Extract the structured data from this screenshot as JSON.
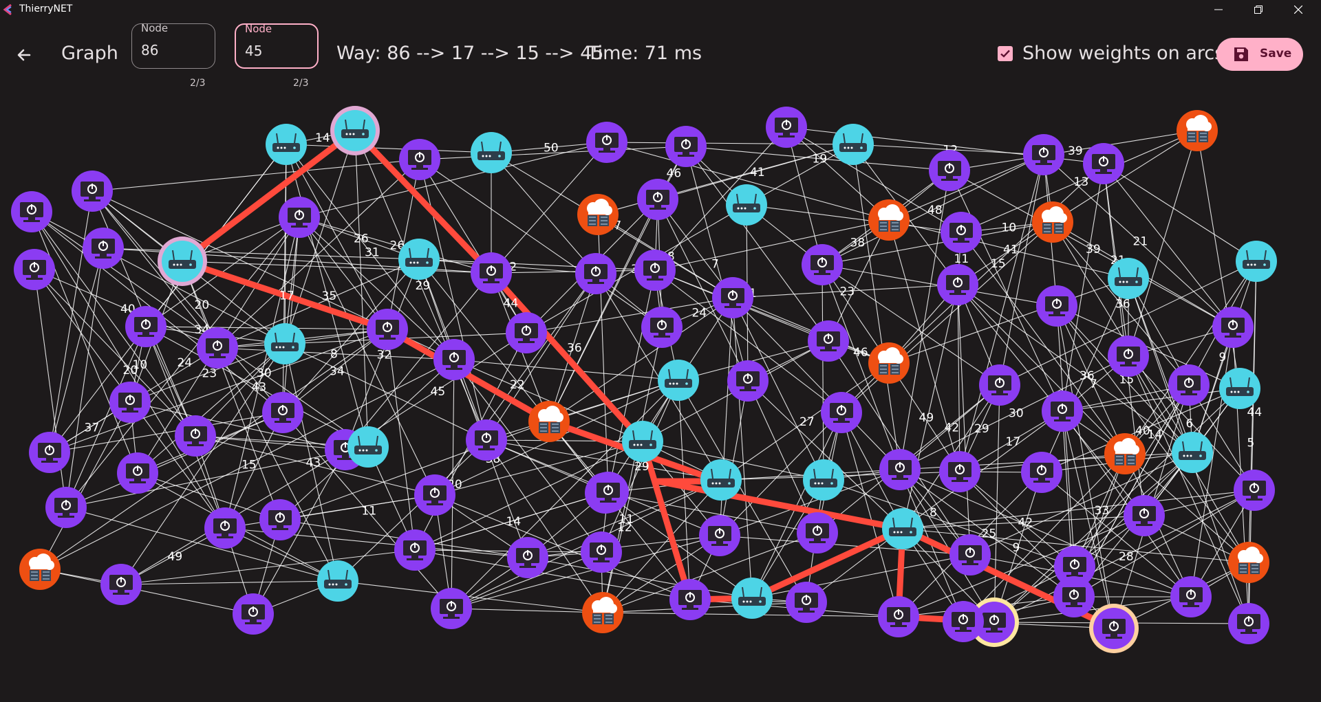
{
  "window": {
    "title": "ThierryNET"
  },
  "toolbar": {
    "page_title": "Graph",
    "source": {
      "label": "Node",
      "value": "86",
      "counter": "2/3"
    },
    "target": {
      "label": "Node",
      "value": "45",
      "counter": "2/3"
    },
    "path_text": "Way: 86 --> 17 --> 15 --> 45",
    "time_text": "Time: 71 ms",
    "show_weights_label": "Show weights on arcs",
    "show_weights_checked": true,
    "save_label": "Save"
  },
  "colors": {
    "pc": "#8b3cf2",
    "router": "#4dd4e6",
    "server": "#ee4f12",
    "path": "#ff4a3c",
    "accent": "#ffb0c8",
    "edge": "#ffffff"
  },
  "icons": {
    "pc": "monitor-power-icon",
    "router": "router-icon",
    "server": "cloud-server-icon",
    "back": "arrow-left-icon",
    "save": "floppy-disk-icon"
  },
  "graph": {
    "weights": [
      "14",
      "35",
      "17",
      "19",
      "12",
      "39",
      "21",
      "13",
      "34",
      "40",
      "20",
      "26",
      "45",
      "37",
      "10",
      "44",
      "41",
      "48",
      "28",
      "12",
      "15",
      "30",
      "20",
      "34",
      "44",
      "24",
      "27",
      "29",
      "7",
      "36",
      "23",
      "11",
      "32",
      "10",
      "29",
      "37",
      "24",
      "30",
      "43",
      "22",
      "12",
      "11",
      "8",
      "36",
      "26",
      "28",
      "15",
      "49",
      "43",
      "20",
      "38",
      "14",
      "9",
      "24",
      "42",
      "33",
      "14",
      "5",
      "26",
      "9",
      "25",
      "29",
      "31",
      "50",
      "7",
      "41",
      "21",
      "15",
      "45",
      "20",
      "37",
      "26",
      "48",
      "46",
      "31",
      "11",
      "9",
      "23",
      "38",
      "19",
      "36",
      "39",
      "6",
      "8",
      "17",
      "45",
      "46",
      "49",
      "42",
      "17",
      "40",
      "10"
    ]
  }
}
